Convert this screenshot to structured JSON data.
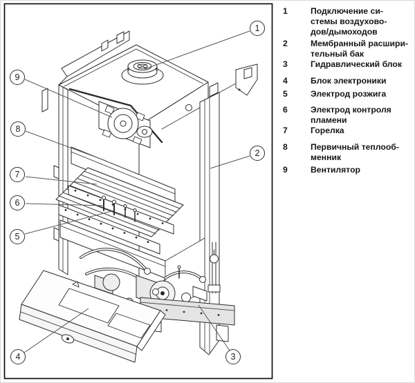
{
  "colors": {
    "line": "#2b2b2b",
    "leader": "#555555",
    "background": "#ffffff",
    "frame": "#111111",
    "shade": "#e4e4e4"
  },
  "callouts": [
    {
      "num": "1"
    },
    {
      "num": "2"
    },
    {
      "num": "3"
    },
    {
      "num": "4"
    },
    {
      "num": "5"
    },
    {
      "num": "6"
    },
    {
      "num": "7"
    },
    {
      "num": "8"
    },
    {
      "num": "9"
    }
  ],
  "legend": {
    "items": [
      {
        "num": "1",
        "label": "Подключение си-\nстемы воздухово-\nдов/дымоходов"
      },
      {
        "num": "2",
        "label": "Мембранный расшири-\nтельный бак"
      },
      {
        "num": "3",
        "label": "Гидравлический блок"
      },
      {
        "num": "4",
        "label": "Блок электроники"
      },
      {
        "num": "5",
        "label": "Электрод розжига"
      },
      {
        "num": "6",
        "label": "Электрод контроля\nпламени"
      },
      {
        "num": "7",
        "label": "Горелка"
      },
      {
        "num": "8",
        "label": "Первичный теплооб-\nменник"
      },
      {
        "num": "9",
        "label": "Вентилятор"
      }
    ]
  }
}
